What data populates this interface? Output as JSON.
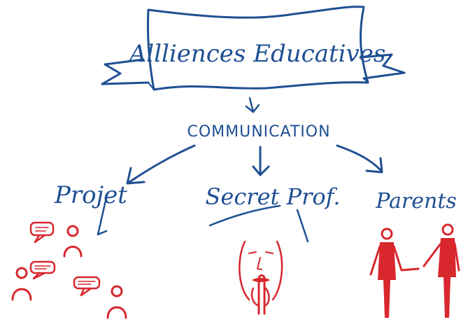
{
  "banner": {
    "title": "Allliences Educatives"
  },
  "nodes": {
    "center": "COMMUNICATION",
    "left": "Projet",
    "middle": "Secret Prof.",
    "right": "Parents"
  },
  "colors": {
    "ink_blue": "#1e4f93",
    "ink_red": "#d8272d"
  }
}
